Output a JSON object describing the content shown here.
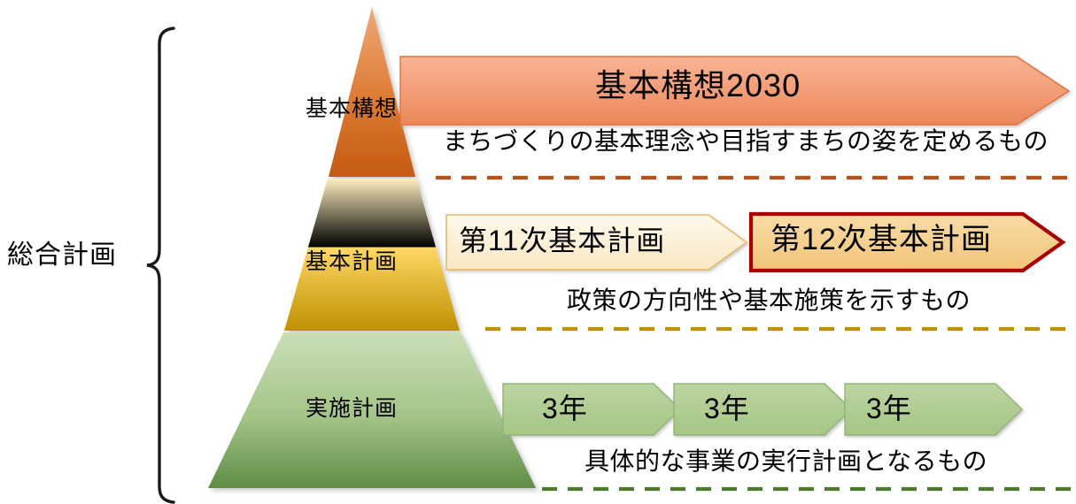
{
  "diagram": {
    "title_label": "総合計画",
    "brace": "left-curly-brace",
    "pyramid": {
      "tiers": [
        {
          "label": "基本構想",
          "color_top": "#E99457",
          "color_bottom": "#C55A11"
        },
        {
          "label": "基本計画",
          "color_top": "#FFE699",
          "color_bottom": "#BF9000"
        },
        {
          "label": "実施計画",
          "color_top": "#C6DDB2",
          "color_bottom": "#5E8C46"
        }
      ]
    },
    "rows": [
      {
        "accent": "#C55A11",
        "description": "まちづくりの基本理念や目指すまちの姿を定めるもの",
        "divider_color": "#B5541A",
        "banners": [
          {
            "label": "基本構想2030",
            "fill_top": "#F8B091",
            "fill_bottom": "#EC8A5C",
            "border": "#E2703A",
            "highlighted": "false"
          }
        ]
      },
      {
        "accent": "#BF9000",
        "description": "政策の方向性や基本施策を示すもの",
        "divider_color": "#BF9000",
        "banners": [
          {
            "label": "第11次基本計画",
            "fill_top": "#FDF6E3",
            "fill_bottom": "#FAEBCB",
            "border": "#E8B96A",
            "highlighted": "false"
          },
          {
            "label": "第12次基本計画",
            "fill_top": "#F8D79B",
            "fill_bottom": "#F2C87E",
            "border": "#A80000",
            "highlighted": "true"
          }
        ]
      },
      {
        "accent": "#5E8C46",
        "description": "具体的な事業の実行計画となるもの",
        "divider_color": "#4E7A30",
        "banners": [
          {
            "label": "3年",
            "fill_top": "#B6D29A",
            "fill_bottom": "#A9C98A",
            "border": "#8FB573",
            "highlighted": "false"
          },
          {
            "label": "3年",
            "fill_top": "#B6D29A",
            "fill_bottom": "#A9C98A",
            "border": "#8FB573",
            "highlighted": "false"
          },
          {
            "label": "3年",
            "fill_top": "#B6D29A",
            "fill_bottom": "#A9C98A",
            "border": "#8FB573",
            "highlighted": "false"
          }
        ]
      }
    ]
  }
}
